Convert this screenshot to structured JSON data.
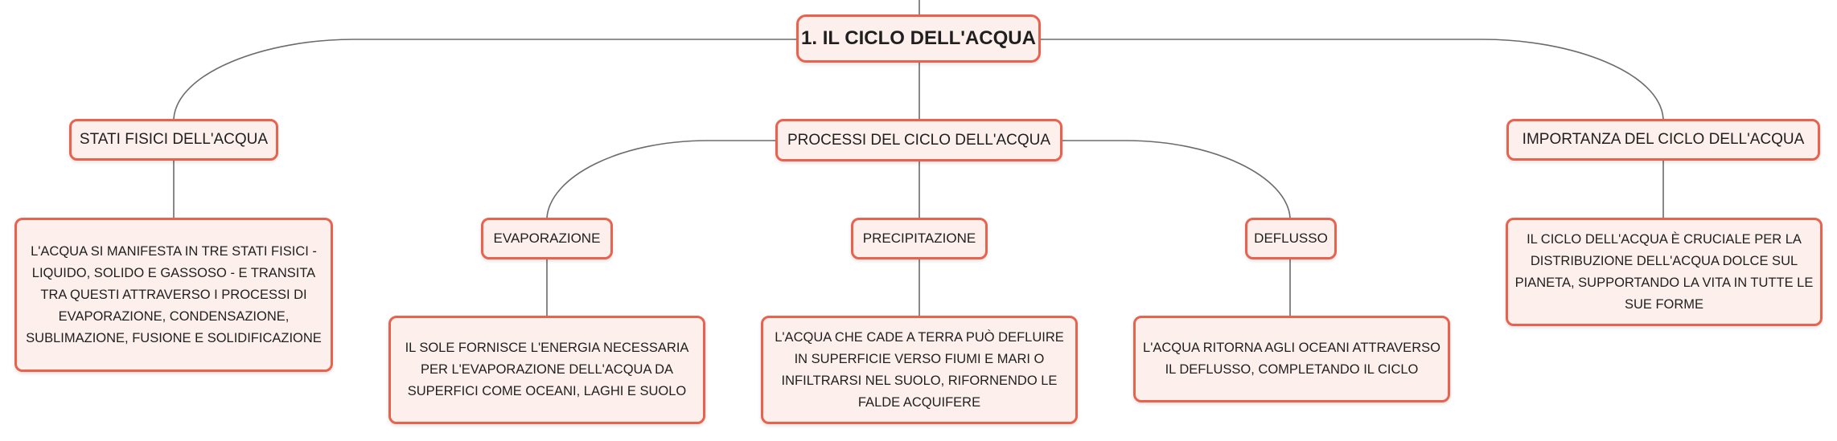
{
  "title": "1. IL CICLO DELL'ACQUA",
  "branches": {
    "stati": {
      "label": "STATI FISICI DELL'ACQUA",
      "description": "L'ACQUA SI MANIFESTA IN TRE STATI FISICI - LIQUIDO, SOLIDO E GASSOSO - E TRANSITA TRA QUESTI ATTRAVERSO I PROCESSI DI EVAPORAZIONE, CONDENSAZIONE, SUBLIMAZIONE, FUSIONE E SOLIDIFICAZIONE"
    },
    "processi": {
      "label": "PROCESSI DEL CICLO DELL'ACQUA",
      "evaporazione": {
        "label": "EVAPORAZIONE",
        "description": "IL SOLE FORNISCE L'ENERGIA NECESSARIA PER L'EVAPORAZIONE DELL'ACQUA DA SUPERFICI COME OCEANI, LAGHI E SUOLO"
      },
      "precipitazione": {
        "label": "PRECIPITAZIONE",
        "description": "L'ACQUA CHE CADE A TERRA PUÒ DEFLUIRE IN SUPERFICIE VERSO FIUMI E MARI O INFILTRARSI NEL SUOLO, RIFORNENDO LE FALDE ACQUIFERE"
      },
      "deflusso": {
        "label": "DEFLUSSO",
        "description": "L'ACQUA RITORNA AGLI OCEANI ATTRAVERSO IL DEFLUSSO, COMPLETANDO IL CICLO"
      }
    },
    "importanza": {
      "label": "IMPORTANZA DEL CICLO DELL'ACQUA",
      "description": "IL CICLO DELL'ACQUA È CRUCIALE PER LA DISTRIBUZIONE DELL'ACQUA DOLCE SUL PIANETA, SUPPORTANDO LA VITA IN TUTTE LE SUE FORME"
    }
  },
  "colors": {
    "node_border": "#e8624e",
    "node_fill": "#fdf0ec",
    "connector": "#6b6b6b",
    "text": "#1f1f1f"
  }
}
